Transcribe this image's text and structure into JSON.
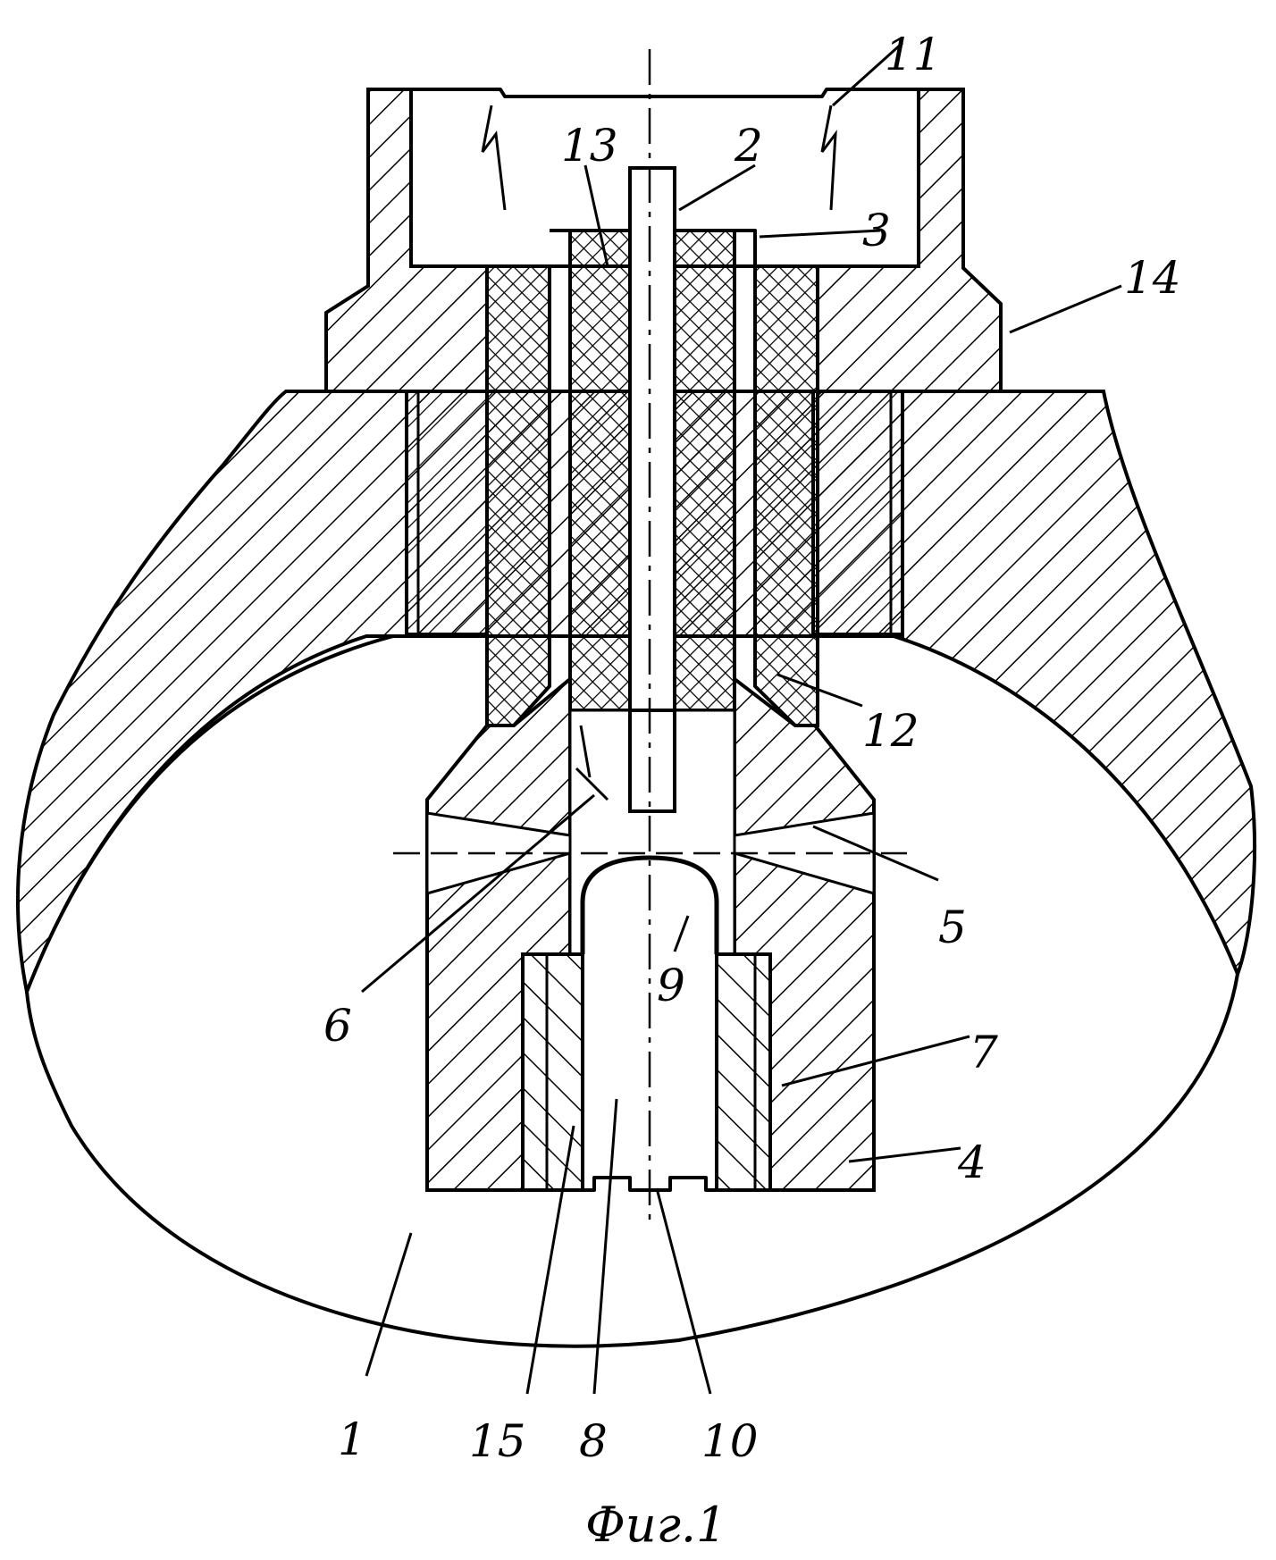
{
  "figure": {
    "caption": "Фиг.1",
    "labels": [
      {
        "id": "1",
        "text": "1"
      },
      {
        "id": "2",
        "text": "2"
      },
      {
        "id": "3",
        "text": "3"
      },
      {
        "id": "4",
        "text": "4"
      },
      {
        "id": "5",
        "text": "5"
      },
      {
        "id": "6",
        "text": "6"
      },
      {
        "id": "7",
        "text": "7"
      },
      {
        "id": "8",
        "text": "8"
      },
      {
        "id": "9",
        "text": "9"
      },
      {
        "id": "10",
        "text": "10"
      },
      {
        "id": "11",
        "text": "11"
      },
      {
        "id": "12",
        "text": "12"
      },
      {
        "id": "13",
        "text": "13"
      },
      {
        "id": "14",
        "text": "14"
      },
      {
        "id": "15",
        "text": "15"
      }
    ]
  }
}
